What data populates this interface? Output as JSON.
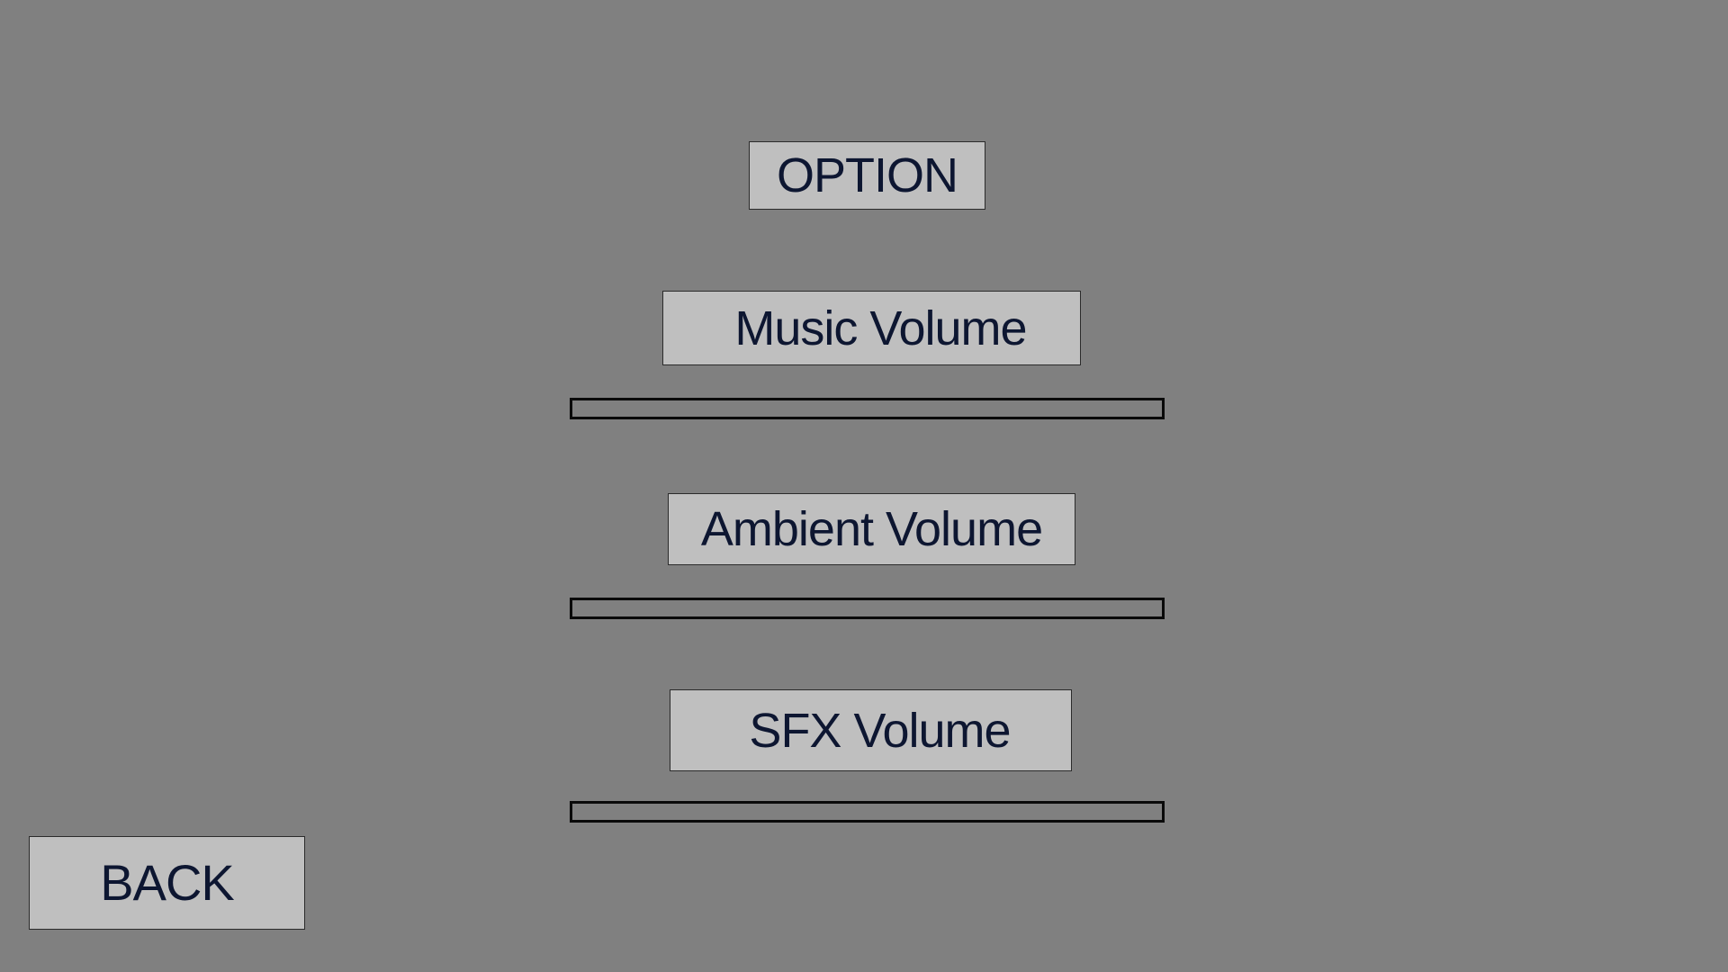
{
  "menu": {
    "title": "OPTION",
    "back_label": "BACK"
  },
  "settings": [
    {
      "id": "music",
      "label": "Music Volume",
      "level": 0
    },
    {
      "id": "ambient",
      "label": "Ambient Volume",
      "level": 0
    },
    {
      "id": "sfx",
      "label": "SFX Volume",
      "level": 0
    }
  ],
  "colors": {
    "background": "#808080",
    "panel": "#bfbfbf",
    "text": "#0d1631",
    "slider_border": "#0a0a0a"
  }
}
